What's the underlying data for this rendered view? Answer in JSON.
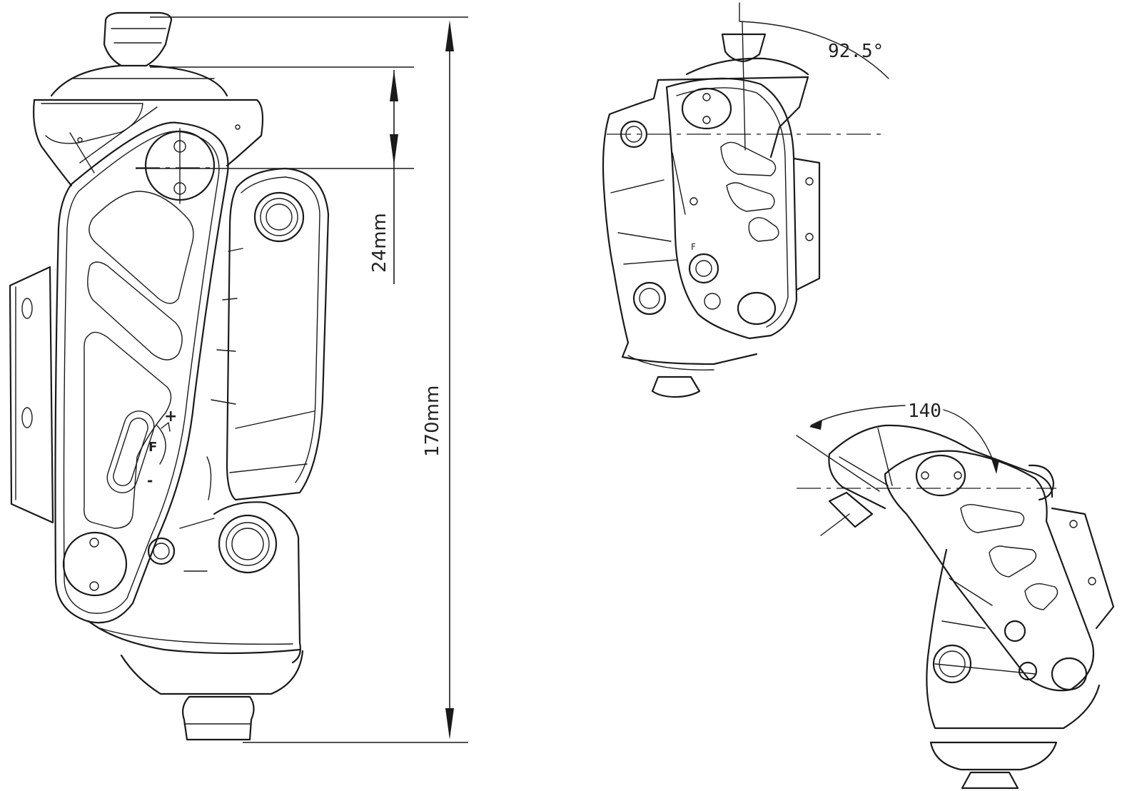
{
  "views": {
    "extended": {
      "dimensions": {
        "pivot_offset": "24mm",
        "total_height": "170mm"
      },
      "adjuster_marks": {
        "plus": "+",
        "letter": "F",
        "minus": "-"
      }
    },
    "flexed_partial": {
      "angle": "92.5°",
      "mark": "F"
    },
    "flexed_full": {
      "angle": "140"
    }
  }
}
